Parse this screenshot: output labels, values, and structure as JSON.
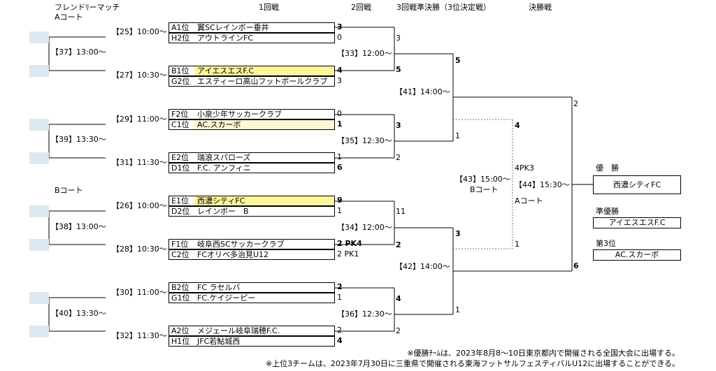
{
  "headers": {
    "friendly": "フレンドﾘーマッチ",
    "court_a": "Aコート",
    "court_b": "Bコート",
    "round1": "1回戦",
    "round2": "2回戦",
    "round3": "3回戦準決勝（3位決定戦）",
    "final": "決勝戦"
  },
  "teams": [
    {
      "pos": "A1位",
      "name": "翼SCレインボー垂井",
      "score": "3",
      "bold": true,
      "highlight": ""
    },
    {
      "pos": "H2位",
      "name": "アウトラインFC",
      "score": "0",
      "bold": false,
      "highlight": ""
    },
    {
      "pos": "B1位",
      "name": "アイエスエスF.C",
      "score": "4",
      "bold": true,
      "highlight": "#fff59a"
    },
    {
      "pos": "G2位",
      "name": "エスティーロ高山フットボールクラブ",
      "score": "3",
      "bold": false,
      "highlight": ""
    },
    {
      "pos": "F2位",
      "name": "小泉少年サッカークラブ",
      "score": "0",
      "bold": false,
      "highlight": ""
    },
    {
      "pos": "C1位",
      "name": "AC.スカーボ",
      "score": "1",
      "bold": true,
      "highlight": "#fdf7d2"
    },
    {
      "pos": "E2位",
      "name": "瑞浪スパローズ",
      "score": "1",
      "bold": false,
      "highlight": ""
    },
    {
      "pos": "D1位",
      "name": "F.C. アンフィニ",
      "score": "6",
      "bold": true,
      "highlight": ""
    },
    {
      "pos": "E1位",
      "name": "西濃シティFC",
      "score": "9",
      "bold": true,
      "highlight": "#fff59a"
    },
    {
      "pos": "D2位",
      "name": "レインボー　B",
      "score": "1",
      "bold": false,
      "highlight": ""
    },
    {
      "pos": "F1位",
      "name": "岐阜西SCサッカークラブ",
      "score": "2 PK4",
      "bold": true,
      "highlight": ""
    },
    {
      "pos": "C2位",
      "name": "FCオリベ多治見U12",
      "score": "2 PK1",
      "bold": false,
      "highlight": ""
    },
    {
      "pos": "B2位",
      "name": "FC ラセルバ",
      "score": "2",
      "bold": true,
      "highlight": ""
    },
    {
      "pos": "G1位",
      "name": "FC.ケイジーピー",
      "score": "1",
      "bold": false,
      "highlight": ""
    },
    {
      "pos": "A2位",
      "name": "メジェール岐阜瑞穂F.C.",
      "score": "2",
      "bold": false,
      "highlight": ""
    },
    {
      "pos": "H1位",
      "name": "JFC若鮎城西",
      "score": "4",
      "bold": true,
      "highlight": ""
    }
  ],
  "match_labels": {
    "m25": "【25】10:00～",
    "m27": "【27】10:30～",
    "m29": "【29】11:00～",
    "m31": "【31】11:30～",
    "m26": "【26】10:00～",
    "m28": "【28】10:30～",
    "m30": "【30】11:00～",
    "m32": "【32】11:30～",
    "m37": "【37】13:00～",
    "m39": "【39】13:30～",
    "m38": "【38】13:00～",
    "m40": "【40】13:30～",
    "m33": "【33】12:00～",
    "m35": "【35】12:30～",
    "m34": "【34】12:00～",
    "m36": "【36】12:30～",
    "m41": "【41】14:00～",
    "m42": "【42】14:00～",
    "m43": "【43】15:00～",
    "m43_court": "Bコート",
    "m44": "【44】15:30～",
    "final_court": "Aコート"
  },
  "round2_scores": {
    "m33_top": "3",
    "m33_bottom": "5",
    "m35_top": "3",
    "m35_bottom": "2",
    "m34_top": "11",
    "m34_bottom": "2",
    "m36_top": "4",
    "m36_bottom": "2"
  },
  "semi_scores": {
    "m41_top": "5",
    "m41_bottom": "1",
    "m42_top": "3",
    "m42_bottom": "1"
  },
  "third_place_scores": {
    "top": "4",
    "pk": "4PK3",
    "bottom": "1"
  },
  "final_scores": {
    "top": "2",
    "bottom": "6"
  },
  "results": {
    "champion_label": "優　勝",
    "champion": "西濃シティFC",
    "runner_up_label": "準優勝",
    "runner_up": "アイエスエスF.C",
    "third_label": "第3位",
    "third": "AC.スカーボ"
  },
  "notes": [
    "※優勝ﾁｰﾑは、2023年8月8～10日東京都内で開催される全国大会に出場する。",
    "※上位3チームは、2023年7月30日に三重県で開催される東海フットサルフェスティバルU12に出場することができる。"
  ]
}
